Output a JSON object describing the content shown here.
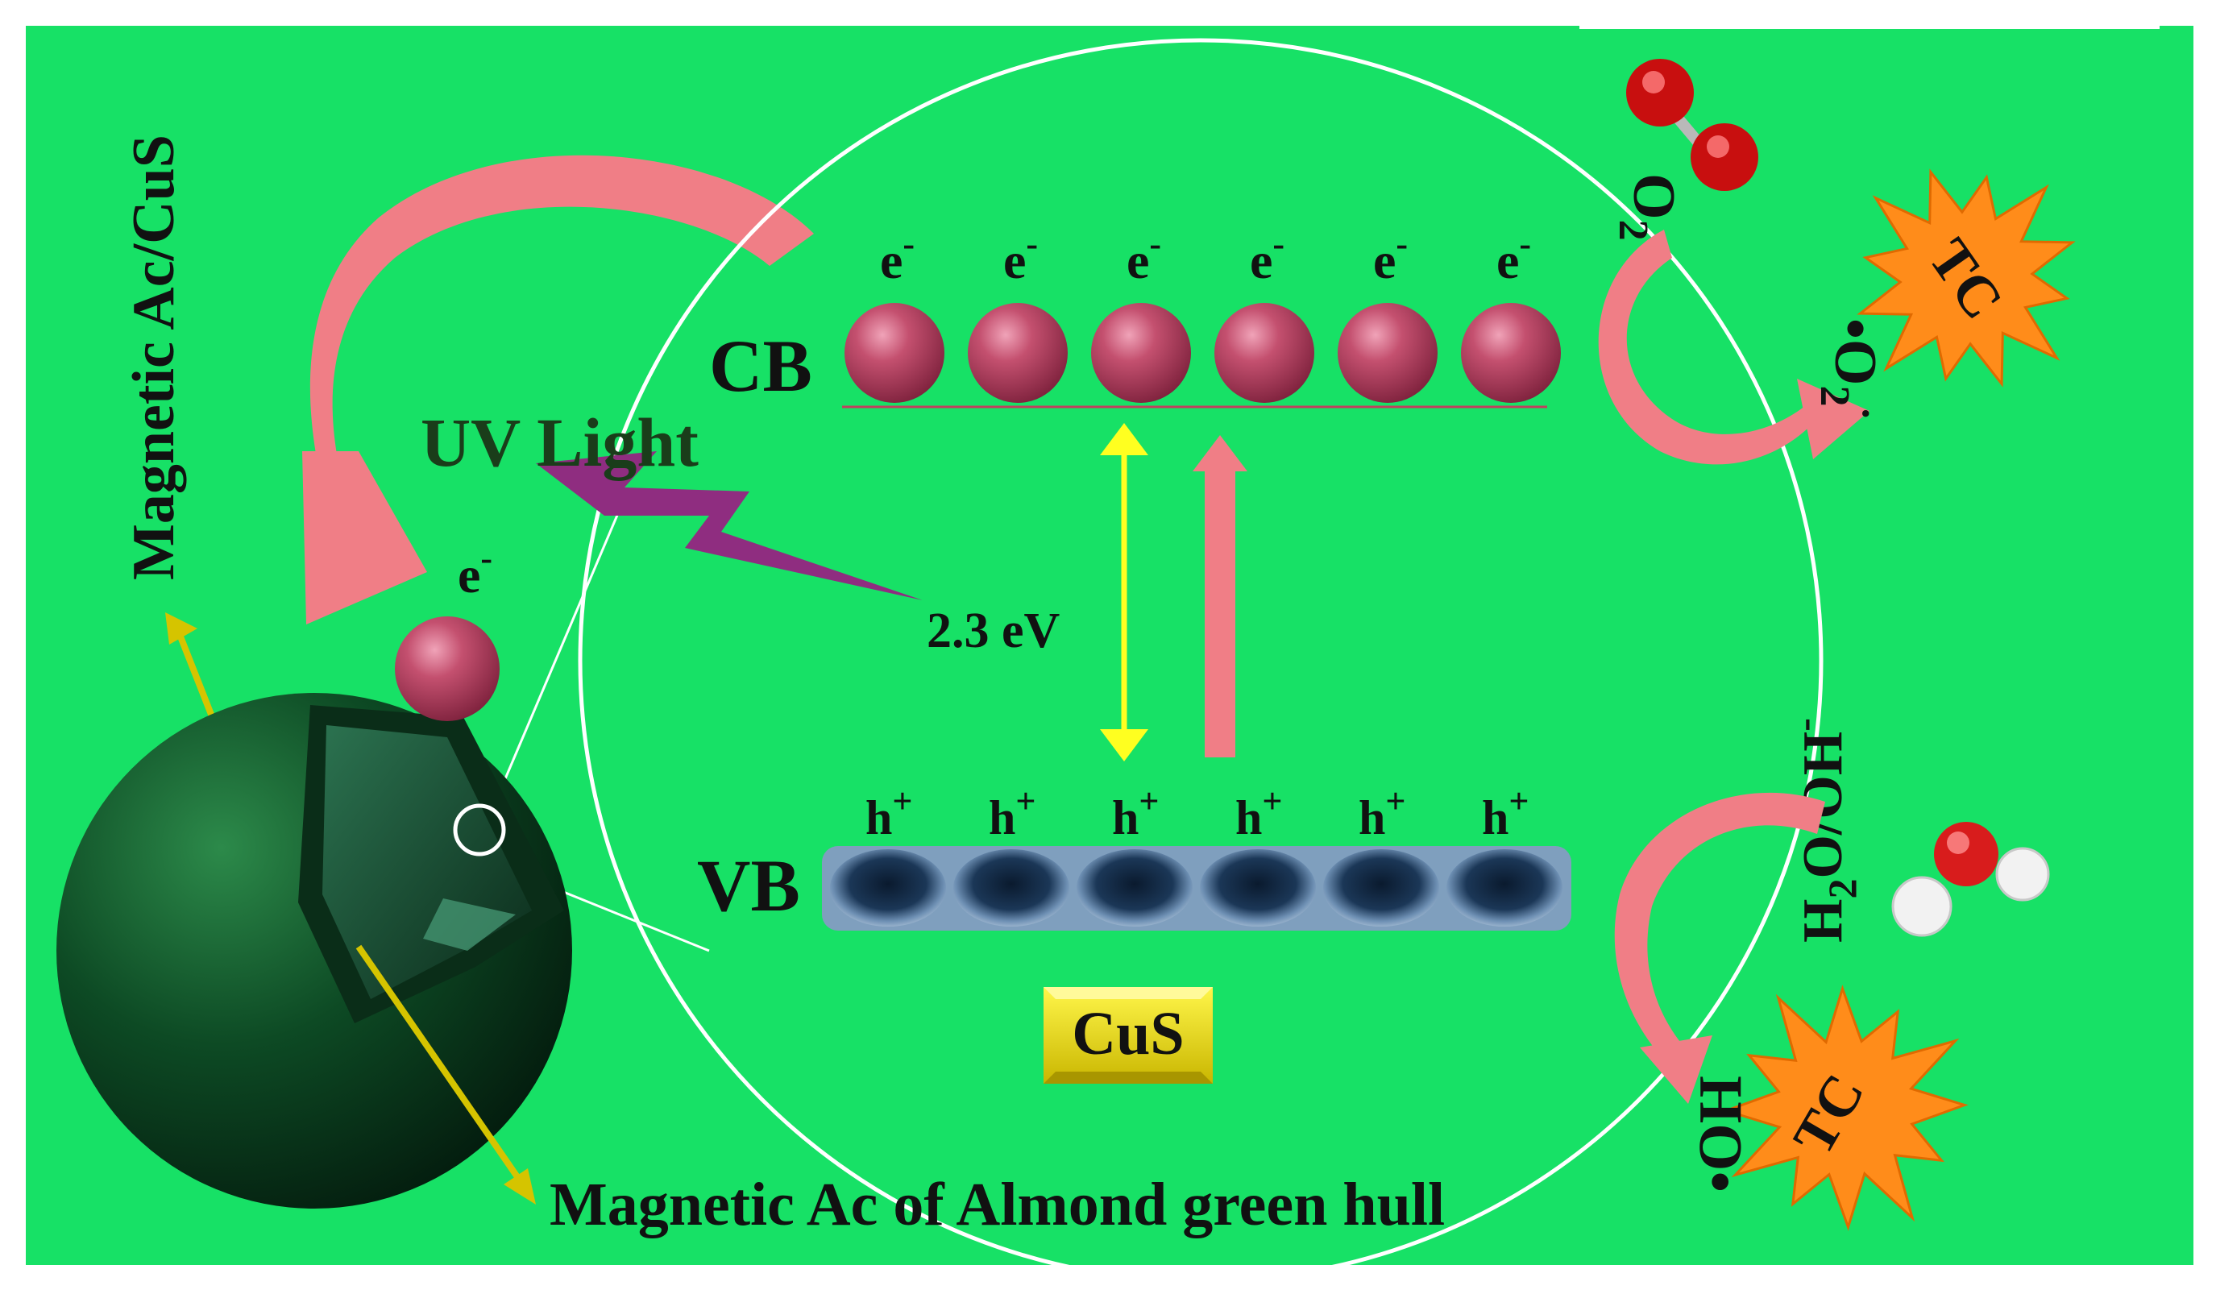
{
  "labels": {
    "magnetic_ac_cus": "Magnetic Ac/CuS",
    "magnetic_ac_hull": "Magnetic Ac of Almond green hull",
    "uv_light": "UV Light",
    "band_gap": "2.3 eV",
    "cb": "CB",
    "vb": "VB",
    "cus": "CuS",
    "electron": "e",
    "hole": "h",
    "o2": "O",
    "o2_sub": "2",
    "superoxide": "•O",
    "superoxide_sub": "2",
    "superoxide_sup": "·",
    "water": "H",
    "water_sub": "2",
    "water_rest": "O/OH",
    "hydroxyl": "•OH",
    "tc": "TC"
  },
  "counts": {
    "electrons": 6,
    "holes": 6
  },
  "colors": {
    "background": "#17e166",
    "arrow_pink": "#f07e86",
    "electron": "#b84261",
    "lightning": "#8f2d80",
    "yellow_arrow": "#ffff20",
    "starburst": "#ff8c1a",
    "cus_box": "#e8de00"
  }
}
